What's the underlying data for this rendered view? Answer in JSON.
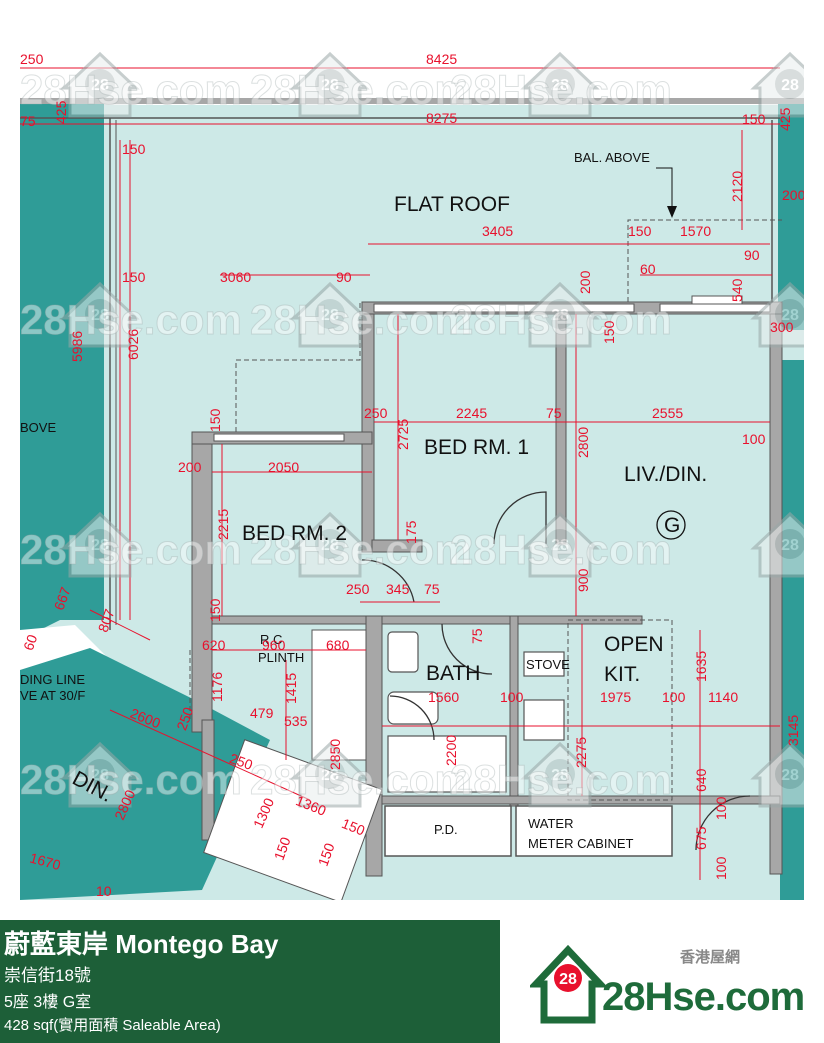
{
  "rooms": {
    "flat_roof": "FLAT ROOF",
    "bed1": "BED RM. 1",
    "bed2": "BED RM. 2",
    "living": "LIV./DIN.",
    "bath": "BATH",
    "kitchen_1": "OPEN",
    "kitchen_2": "KIT.",
    "unit_mark": "G",
    "din": "DIN."
  },
  "labels": {
    "bal_above": "BAL. ABOVE",
    "above": "BOVE",
    "rc": "R.C",
    "plinth": "PLINTH",
    "stove": "STOVE",
    "pd": "P.D.",
    "water_1": "WATER",
    "water_2": "METER CABINET",
    "line_1": "DING LINE",
    "line_2": "VE AT 30/F"
  },
  "dimensions": {
    "d8425": "8425",
    "d8275": "8275",
    "d250": "250",
    "d75a": "75",
    "d425a": "425",
    "d150a": "150",
    "d150b": "150",
    "d425b": "425",
    "d2120": "2120",
    "d200a": "200",
    "d3405": "3405",
    "d150c": "150",
    "d1570": "1570",
    "d60": "60",
    "d90a": "90",
    "d3060": "3060",
    "d90b": "90",
    "d150d": "150",
    "d200b": "200",
    "d150e": "150",
    "d540": "540",
    "d300": "300",
    "d5986": "5986",
    "d6026": "6026",
    "d250b": "250",
    "d2245": "2245",
    "d75b": "75",
    "d2555": "2555",
    "d100a": "100",
    "d2725": "2725",
    "d150f": "150",
    "d2800a": "2800",
    "d200c": "200",
    "d2050": "2050",
    "d2215": "2215",
    "d175": "175",
    "d900": "900",
    "d250c": "250",
    "d345": "345",
    "d75c": "75",
    "d150g": "150",
    "d620": "620",
    "d960": "960",
    "d680": "680",
    "d75d": "75",
    "d1635": "1635",
    "d1176": "1176",
    "d1415": "1415",
    "d1560": "1560",
    "d100b": "100",
    "d1975": "1975",
    "d100c": "100",
    "d1140": "1140",
    "d2600": "2600",
    "d250d": "250",
    "d479": "479",
    "d535": "535",
    "d2200": "2200",
    "d2275": "2275",
    "d2850": "2850",
    "d640": "640",
    "d250e": "250",
    "d2800b": "2800",
    "d1300": "1300",
    "d1360": "1360",
    "d100d": "100",
    "d150h": "150",
    "d150i": "150",
    "d150j": "150",
    "d675": "675",
    "d100e": "100",
    "d1670": "1670",
    "d667": "667",
    "d807": "807",
    "d60b": "60",
    "d3145": "3145",
    "d10": "10"
  },
  "watermark": {
    "badge": "28",
    "text": "28Hse.com"
  },
  "banner": {
    "title": "蔚藍東岸 Montego Bay",
    "street": "崇信街18號",
    "unit": "5座 3樓 G室",
    "area": "428 sqf(實用面積 Saleable Area)"
  },
  "brand": {
    "cn": "香港屋網",
    "badge": "28",
    "name": "28Hse.com"
  },
  "colors": {
    "floor": "#cde9e7",
    "wall": "#a7a7a7",
    "dimension": "#e8112d",
    "banner": "#1d5f38",
    "brand": "#1e6b3a",
    "badge": "#e8112d",
    "exterior": "#2f9c97"
  }
}
